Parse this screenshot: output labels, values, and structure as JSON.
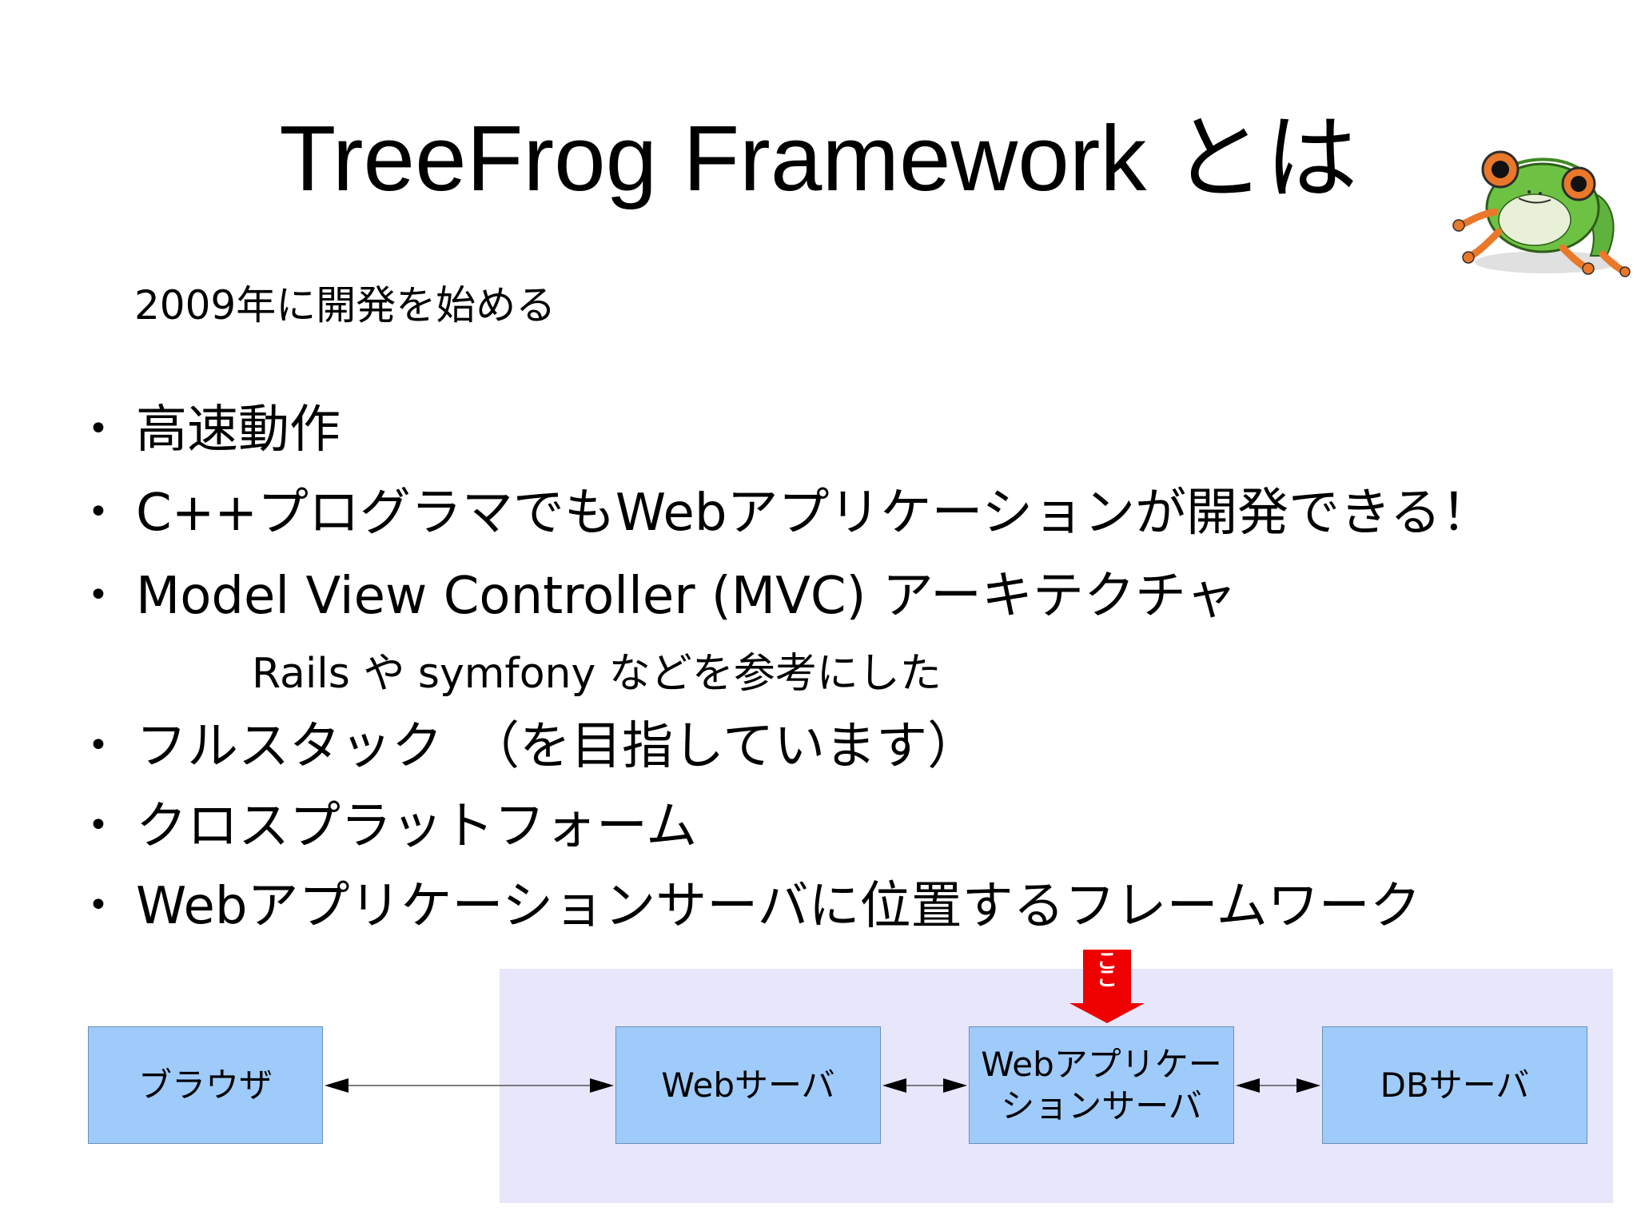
{
  "slide": {
    "title": "TreeFrog Framework とは",
    "subtitle": "2009年に開発を始める",
    "bullets": [
      "高速動作",
      "C++プログラマでもWebアプリケーションが開発できる！",
      "Model View Controller (MVC) アーキテクチャ",
      "フルスタック　（を目指しています）",
      "クロスプラットフォーム",
      "Webアプリケーションサーバに位置するフレームワーク"
    ],
    "bullet_symbol": "•",
    "mvc_note": "Rails や symfony などを参考にした"
  },
  "diagram": {
    "boxes": {
      "browser": "ブラウザ",
      "web_server": "Webサーバ",
      "app_server_line1": "Webアプリケー",
      "app_server_line2": "ションサーバ",
      "db_server": "DBサーバ"
    },
    "pointer_label": "ここ",
    "colors": {
      "box_fill": "#9fcbfb",
      "server_area": "#e7e6fb",
      "pointer_arrow": "#ee0000"
    }
  },
  "icons": {
    "mascot": "tree-frog-icon"
  }
}
